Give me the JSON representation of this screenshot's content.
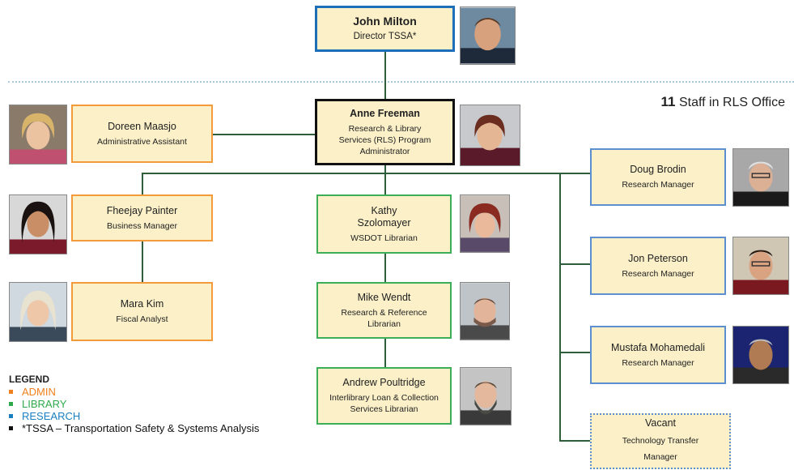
{
  "header": {
    "staff_count": "11",
    "staff_label": "Staff in RLS Office"
  },
  "director": {
    "name": "John Milton",
    "title": "Director TSSA*"
  },
  "program_admin": {
    "name": "Anne Freeman",
    "title": "Research & Library Services (RLS) Program Administrator"
  },
  "admin": [
    {
      "name": "Doreen Maasjo",
      "title": "Administrative Assistant"
    },
    {
      "name": "Fheejay Painter",
      "title": "Business Manager"
    },
    {
      "name": "Mara Kim",
      "title": "Fiscal Analyst"
    }
  ],
  "library": [
    {
      "name": "Kathy Szolomayer",
      "title": "WSDOT Librarian"
    },
    {
      "name": "Mike Wendt",
      "title": "Research & Reference Librarian"
    },
    {
      "name": "Andrew Poultridge",
      "title": "Interlibrary Loan & Collection Services Librarian"
    }
  ],
  "research": [
    {
      "name": "Doug Brodin",
      "title": "Research Manager"
    },
    {
      "name": "Jon Peterson",
      "title": "Research Manager"
    },
    {
      "name": "Mustafa Mohamedali",
      "title": "Research Manager"
    },
    {
      "name": "Vacant",
      "title": "Technology Transfer Manager"
    }
  ],
  "legend": {
    "title": "LEGEND",
    "items": [
      {
        "label": "ADMIN",
        "color": "#f07f1e"
      },
      {
        "label": "LIBRARY",
        "color": "#2eaa4a"
      },
      {
        "label": "RESEARCH",
        "color": "#1a7fc1"
      },
      {
        "label": "*TSSA – Transportation Safety & Systems Analysis",
        "color": "#111111"
      }
    ]
  },
  "colors": {
    "admin": "#f39a3a",
    "library": "#3cae57",
    "research": "#5b8fd0",
    "director": "#1c6fb8",
    "connector": "#2e5e3a",
    "box_fill": "#fbf0c8"
  }
}
